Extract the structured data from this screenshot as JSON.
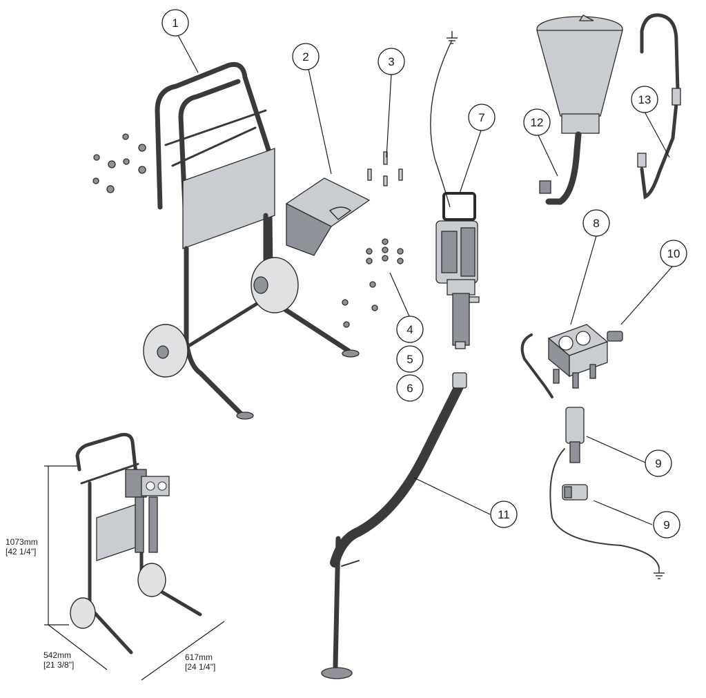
{
  "callouts": [
    {
      "id": "c1",
      "label": "1"
    },
    {
      "id": "c2",
      "label": "2"
    },
    {
      "id": "c3",
      "label": "3"
    },
    {
      "id": "c4",
      "label": "4"
    },
    {
      "id": "c5",
      "label": "5"
    },
    {
      "id": "c6",
      "label": "6"
    },
    {
      "id": "c7",
      "label": "7"
    },
    {
      "id": "c8",
      "label": "8"
    },
    {
      "id": "c9a",
      "label": "9"
    },
    {
      "id": "c9b",
      "label": "9"
    },
    {
      "id": "c10",
      "label": "10"
    },
    {
      "id": "c11",
      "label": "11"
    },
    {
      "id": "c12",
      "label": "12"
    },
    {
      "id": "c13",
      "label": "13"
    }
  ],
  "dimensions": {
    "height_mm": "1073mm",
    "height_in": "[42 1/4\"]",
    "depth_mm": "542mm",
    "depth_in": "[21 3/8\"]",
    "width_mm": "617mm",
    "width_in": "[24 1/4\"]"
  },
  "icons": [
    "ground-symbol-icon"
  ]
}
